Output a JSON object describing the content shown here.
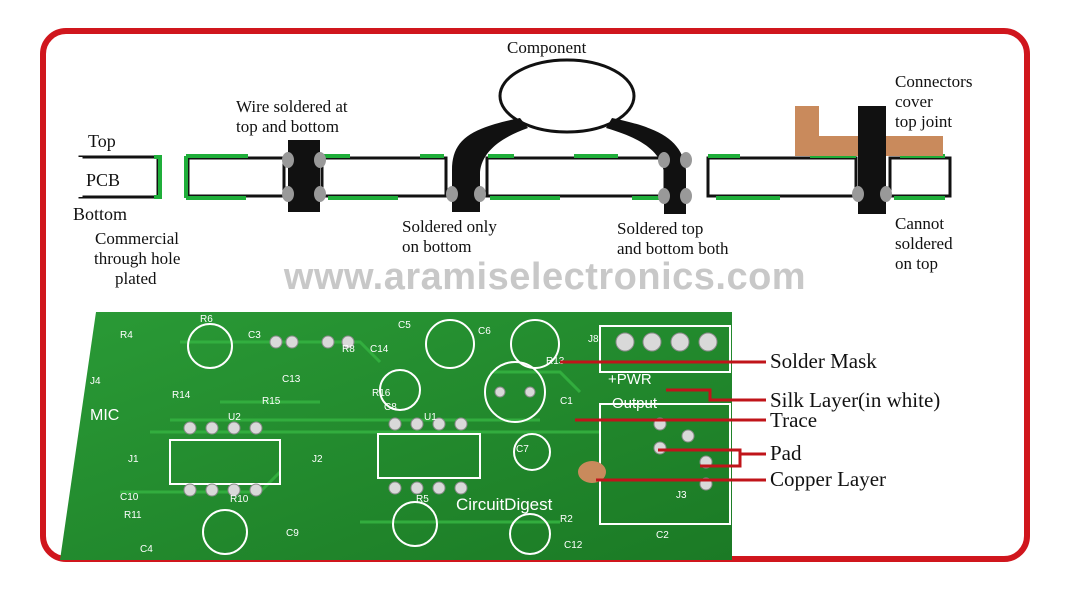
{
  "diagram": {
    "labels": {
      "top": "Top",
      "pcb": "PCB",
      "bottom": "Bottom",
      "commercial_1": "Commercial",
      "commercial_2": "through hole",
      "commercial_3": "plated",
      "wire_1": "Wire soldered at",
      "wire_2": "top and bottom",
      "component": "Component",
      "soldered_bottom_1": "Soldered only",
      "soldered_bottom_2": "on bottom",
      "soldered_both_1": "Soldered top",
      "soldered_both_2": "and bottom both",
      "connectors_1": "Connectors",
      "connectors_2": "cover",
      "connectors_3": "top joint",
      "cannot_1": "Cannot",
      "cannot_2": "soldered",
      "cannot_3": "on top"
    },
    "watermark": "www.aramiselectronics.com",
    "board_silkscreen": {
      "mic": "MIC",
      "brand": "CircuitDigest",
      "pwr": "+PWR",
      "output": "Output",
      "refs": [
        "R4",
        "R6",
        "C3",
        "C5",
        "C6",
        "R8",
        "C14",
        "J4",
        "R14",
        "R15",
        "C13",
        "R16",
        "C8",
        "R13",
        "C1",
        "U2",
        "U1",
        "J1",
        "J2",
        "C7",
        "C10",
        "R11",
        "R10",
        "R5",
        "C4",
        "C9",
        "R2",
        "C12",
        "C2",
        "J3",
        "J8"
      ]
    },
    "callouts": {
      "solder_mask": "Solder Mask",
      "silk_layer": "Silk Layer(in white)",
      "trace": "Trace",
      "pad": "Pad",
      "copper_layer": "Copper Layer"
    }
  },
  "colors": {
    "frame": "#d0161d",
    "board_green": "#1f8a2c",
    "copper_top": "#1fae3a",
    "connector": "#c98a5c",
    "callout_line": "#c0141a"
  }
}
